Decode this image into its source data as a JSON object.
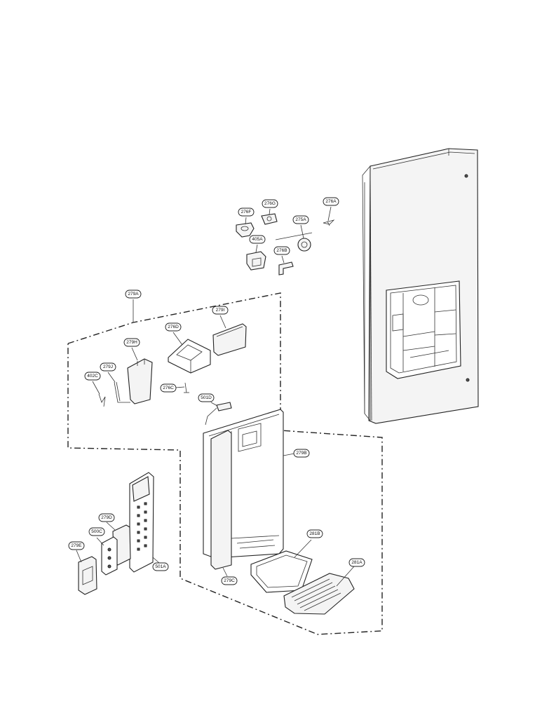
{
  "labels": {
    "l276F": "276F",
    "l276G": "276G",
    "l276A": "276A",
    "l275A": "275A",
    "l405A": "405A",
    "l276B": "276B",
    "l279A": "279A",
    "l279I": "279I",
    "l276D": "276D",
    "l279H": "279H",
    "l279J": "279J",
    "l402C": "402C",
    "l276C": "276C",
    "l501D": "501D",
    "l279B": "279B",
    "l279D": "279D",
    "l500C": "500C",
    "l279E": "279E",
    "l501A": "501A",
    "l281B": "281B",
    "l281A": "281A",
    "l279C": "279C"
  }
}
